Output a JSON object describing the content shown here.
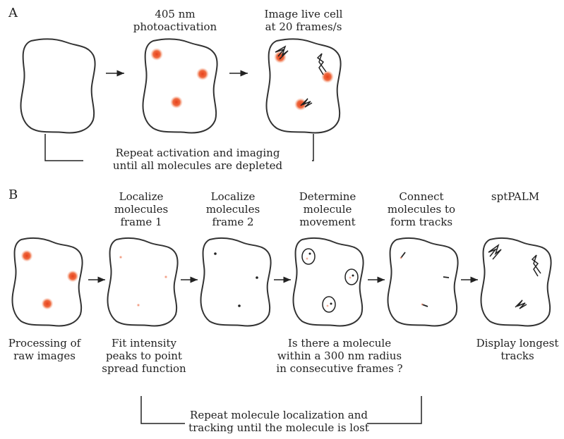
{
  "panel_a": {
    "letter": "A",
    "step1": "405 nm\nphotoactivation",
    "step2": "Image live cell\nat 20 frames/s",
    "loop": "Repeat activation and imaging\nuntil all molecules are depleted"
  },
  "panel_b": {
    "letter": "B",
    "headers": [
      "Localize\nmolecules\nframe 1",
      "Localize\nmolecules\nframe 2",
      "Determine\nmolecule\nmovement",
      "Connect\nmolecules to\nform tracks",
      "sptPALM"
    ],
    "captions": [
      "Processing of\nraw images",
      "Fit intensity\npeaks to point\nspread function",
      "Is there a molecule\nwithin a 300 nm radius\nin consecutive frames ?",
      "Display longest\ntracks"
    ],
    "loop": "Repeat molecule localization and\ntracking until the molecule is lost"
  },
  "colors": {
    "outline": "#333333",
    "spot_center": "#e8401a",
    "spot_edge": "#f7b59a",
    "ink": "#222222"
  }
}
